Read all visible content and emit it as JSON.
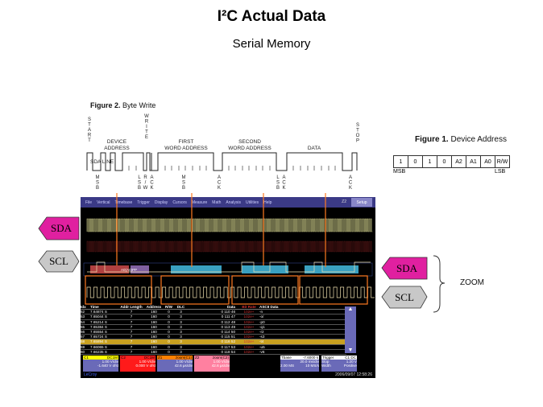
{
  "slide": {
    "title": "I²C Actual Data",
    "subtitle": "Serial Memory"
  },
  "figure2": {
    "label_bold": "Figure 2.",
    "label": "Byte Write",
    "line_label": "SDA LINE",
    "top_labels": [
      "START",
      "DEVICE",
      "ADDRESS",
      "WRITE",
      "FIRST",
      "WORD ADDRESS",
      "SECOND",
      "WORD ADDRESS",
      "DATA",
      "STOP"
    ],
    "bottom_labels": [
      "MSB",
      "LSB",
      "R/W",
      "ACK",
      "MSB",
      "ACK",
      "LSB",
      "ACK",
      "ACK"
    ]
  },
  "figure1": {
    "label_bold": "Figure 1.",
    "label": "Device Address",
    "bits": [
      "1",
      "0",
      "1",
      "0",
      "A2",
      "A1",
      "A0",
      "R/W"
    ],
    "msb": "MSB",
    "lsb": "LSB"
  },
  "tags": {
    "sda_left": "SDA",
    "scl_left": "SCL",
    "sda_right": "SDA",
    "scl_right": "SCL",
    "zoom": "ZOOM"
  },
  "scope": {
    "menu": [
      "File",
      "Vertical",
      "Timebase",
      "Trigger",
      "Display",
      "Cursors",
      "Measure",
      "Math",
      "Analysis",
      "Utilities",
      "Help"
    ],
    "z2": "Z2",
    "setup": "Setup",
    "decode_label": "A0(A0)PP",
    "table": {
      "headers": [
        "Idx",
        "Time",
        "Addr Length",
        "Address",
        "R/W",
        "DLC",
        "Data",
        "Bit Rate",
        "ASCII Data"
      ],
      "rows": [
        [
          "52",
          "7.64874 S",
          "7",
          "160",
          "0",
          "3",
          "0 110 46",
          "102e+",
          "-n"
        ],
        [
          "53",
          "7.65044 S",
          "7",
          "160",
          "0",
          "3",
          "0 111 47",
          "102e+",
          "-o/"
        ],
        [
          "54",
          "7.65214 S",
          "7",
          "160",
          "0",
          "3",
          "0 112 48",
          "102e+",
          "-p0"
        ],
        [
          "55",
          "7.65384 S",
          "7",
          "160",
          "0",
          "3",
          "0 113 49",
          "102e+",
          "-q1"
        ],
        [
          "56",
          "7.65554 S",
          "7",
          "160",
          "0",
          "3",
          "0 114 50",
          "102e+",
          "-r2"
        ],
        [
          "57",
          "7.65724 S",
          "7",
          "160",
          "0",
          "3",
          "0 115 51",
          "102e+",
          "-s3"
        ],
        [
          "58",
          "7.65894 S",
          "7",
          "160",
          "0",
          "3",
          "0 116 52",
          "102e+",
          "-t4"
        ],
        [
          "59",
          "7.66065 S",
          "7",
          "160",
          "0",
          "3",
          "0 117 53",
          "102e+",
          "-u5"
        ],
        [
          "60",
          "7.66235 S",
          "7",
          "160",
          "0",
          "3",
          "0 118 54",
          "102e+",
          "-v6"
        ]
      ],
      "selected_index": 6
    },
    "channels": [
      {
        "name": "C1",
        "mode": "DC1M",
        "line1": "1.00 V/div",
        "line2": "-1.640 V ofst",
        "color": "#ffff00"
      },
      {
        "name": "C2",
        "mode": "DC1M",
        "line1": "1.00 V/div",
        "line2": "0.000 V ofst",
        "color": "#ff2020"
      },
      {
        "name": "Z1",
        "mode": "zoom(C1)",
        "line1": "1.00 V/div",
        "line2": "42.6 µs/div",
        "color": "#ff8000"
      },
      {
        "name": "Z2",
        "mode": "zoom(C2)",
        "line1": "1.00 V/div",
        "line2": "42.6 µs/div",
        "color": "#ff80a0"
      }
    ],
    "timebase": {
      "label": "Tbase",
      "value": "-7.6000 s",
      "line1": "20.0 ms/div",
      "rate": "2.00 MS",
      "rate2": "10 MS/s"
    },
    "trigger": {
      "label": "Trigger",
      "mode": "C1 DC",
      "stop": "Stop",
      "level": "1.20 V",
      "width": "Width",
      "slope": "Positive"
    },
    "timestamp": "2006/09/07 12:58:26",
    "brand": "LeCroy"
  },
  "colors": {
    "sda_tag": "#e020a0",
    "scl_tag": "#c8c8c8",
    "marker": "#ff7a20",
    "menu": "#3b3a86"
  }
}
